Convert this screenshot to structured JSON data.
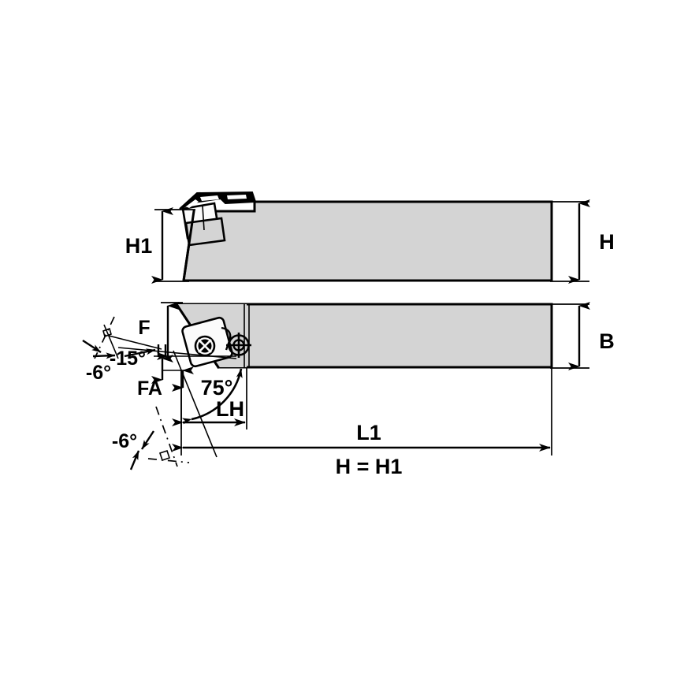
{
  "drawing": {
    "title": "Turning toolholder dimensional drawing",
    "type": "engineering-line-drawing",
    "colors": {
      "body_gray": "#d4d4d4",
      "insert_white": "#fbfbfb",
      "line_black": "#000000",
      "background": "#ffffff"
    },
    "views": [
      {
        "name": "side-view",
        "position": "top"
      },
      {
        "name": "top-view",
        "position": "bottom"
      }
    ],
    "dimension_labels": {
      "h1": "H1",
      "h": "H",
      "b": "B",
      "f": "F",
      "fa": "FA",
      "lh": "LH",
      "l1": "L1",
      "h_equals_h1": "H = H1"
    },
    "angle_labels": {
      "rake_top": "-6°",
      "lead_neg15": "-15°",
      "approach": "75°",
      "rake_bottom": "-6°"
    },
    "icons": {
      "insert_screw": "screw-cross-icon",
      "coolant_port": "coolant-port-icon"
    }
  }
}
